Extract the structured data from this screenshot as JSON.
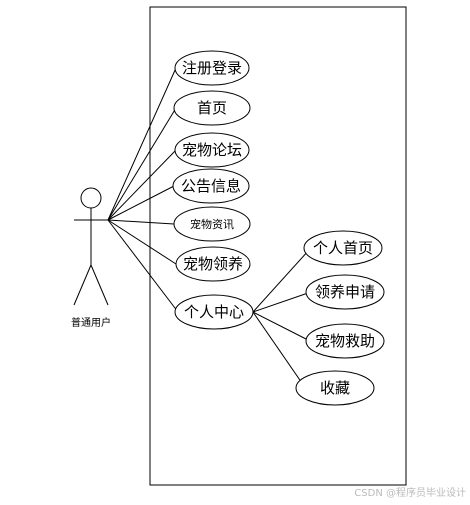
{
  "actor": {
    "label": "普通用户"
  },
  "use_cases": {
    "register_login": "注册登录",
    "home": "首页",
    "forum": "宠物论坛",
    "announcements": "公告信息",
    "pet_news": "宠物资讯",
    "pet_adoption": "宠物领养",
    "personal_center": "个人中心",
    "personal_home": "个人首页",
    "adoption_request": "领养申请",
    "pet_rescue": "宠物救助",
    "favorites": "收藏"
  },
  "watermark": "CSDN @程序员毕业设计"
}
